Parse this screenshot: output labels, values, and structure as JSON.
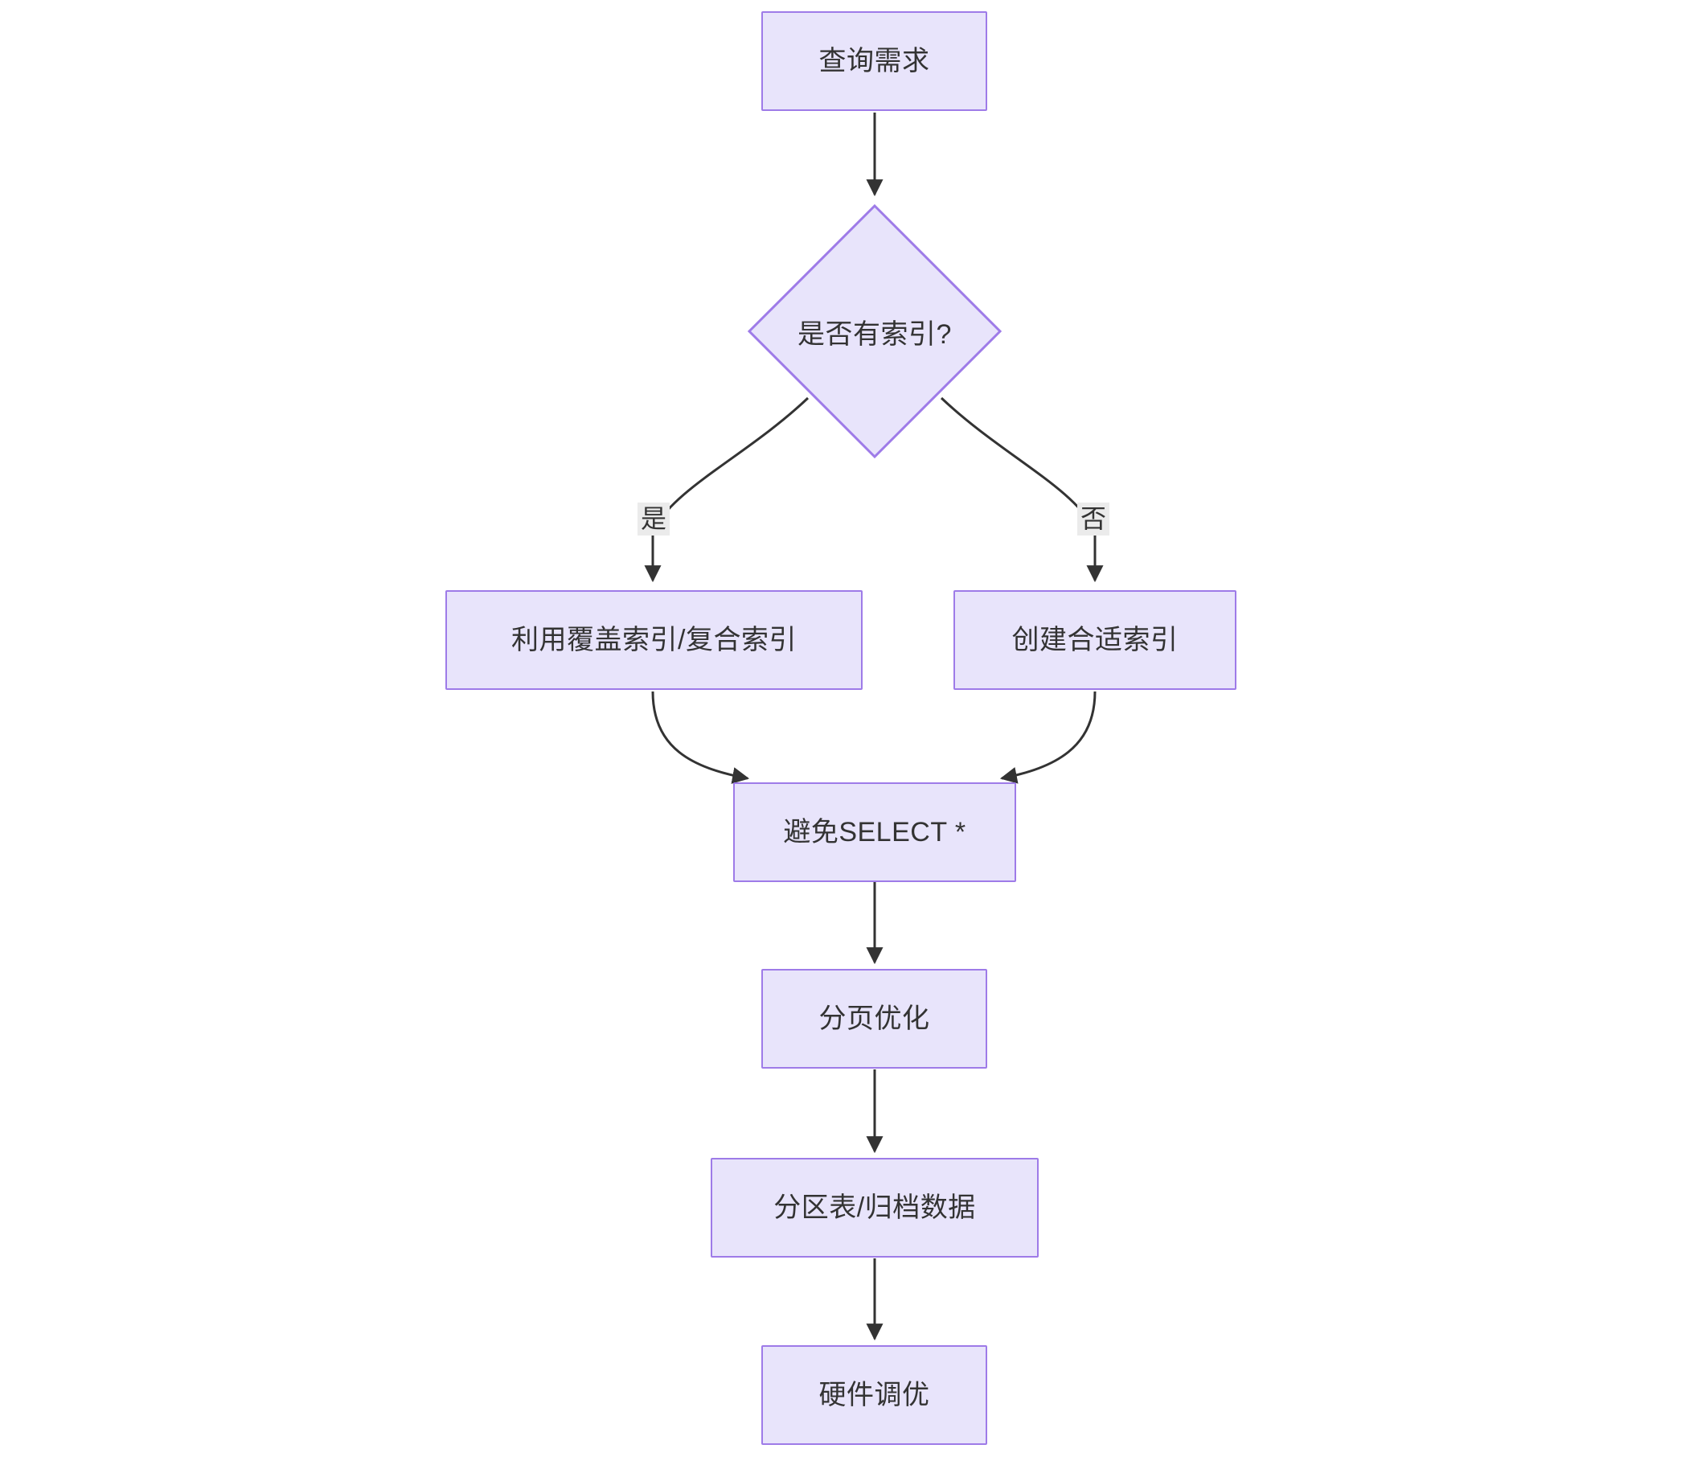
{
  "diagram": {
    "type": "flowchart",
    "title": "",
    "direction": "top-down",
    "background_color": "#FFFFFF",
    "node_fill_color": "#E8E4FB",
    "node_border_color": "#9E7BE8",
    "node_text_color": "#333333",
    "edge_color": "#333333",
    "edge_label_background": "#EBEBEB",
    "nodes": [
      {
        "id": "n1",
        "shape": "rect",
        "label": "查询需求"
      },
      {
        "id": "n2",
        "shape": "diamond",
        "label": "是否有索引?"
      },
      {
        "id": "n3",
        "shape": "rect",
        "label": "利用覆盖索引/复合索引"
      },
      {
        "id": "n4",
        "shape": "rect",
        "label": "创建合适索引"
      },
      {
        "id": "n5",
        "shape": "rect",
        "label": "避免SELECT *"
      },
      {
        "id": "n6",
        "shape": "rect",
        "label": "分页优化"
      },
      {
        "id": "n7",
        "shape": "rect",
        "label": "分区表/归档数据"
      },
      {
        "id": "n8",
        "shape": "rect",
        "label": "硬件调优"
      }
    ],
    "edges": [
      {
        "from": "n1",
        "to": "n2",
        "label": ""
      },
      {
        "from": "n2",
        "to": "n3",
        "label": "是"
      },
      {
        "from": "n2",
        "to": "n4",
        "label": "否"
      },
      {
        "from": "n3",
        "to": "n5",
        "label": ""
      },
      {
        "from": "n4",
        "to": "n5",
        "label": ""
      },
      {
        "from": "n5",
        "to": "n6",
        "label": ""
      },
      {
        "from": "n6",
        "to": "n7",
        "label": ""
      },
      {
        "from": "n7",
        "to": "n8",
        "label": ""
      }
    ],
    "edge_labels": {
      "yes": "是",
      "no": "否"
    }
  }
}
